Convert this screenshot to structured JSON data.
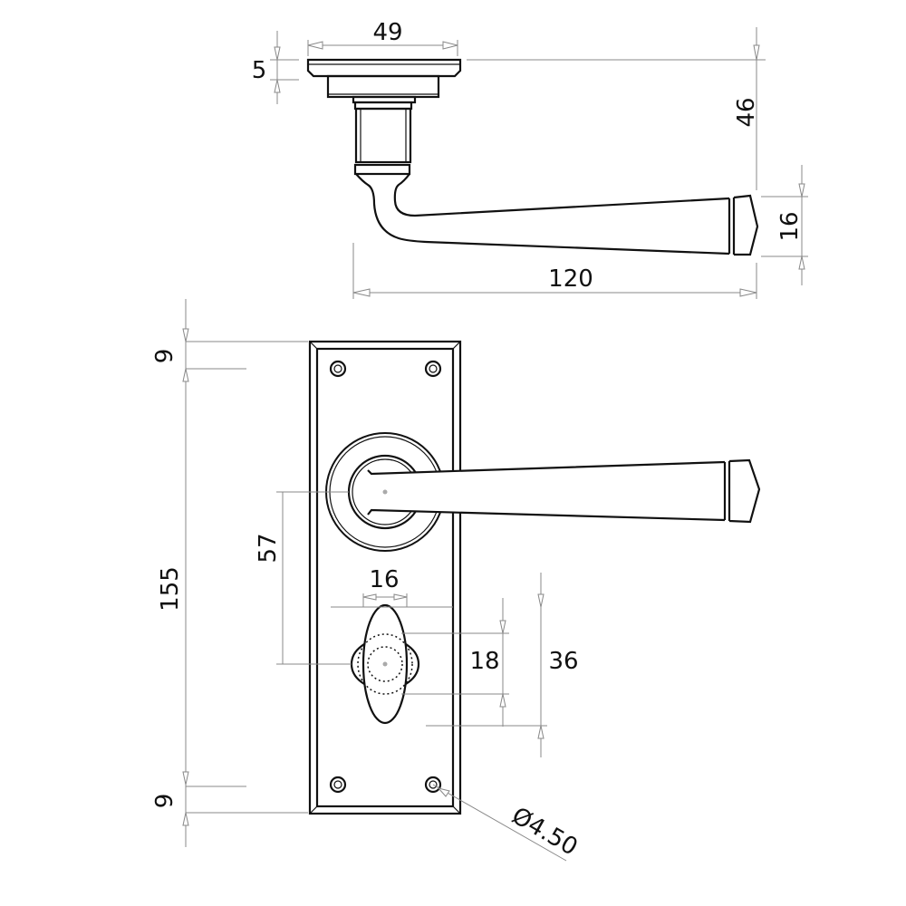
{
  "title": "Lever handle on bathroom backplate - dimension drawing",
  "side_view": {
    "rose_width": "49",
    "rose_thickness": "5",
    "projection": "46",
    "lever_height": "16",
    "lever_length": "120"
  },
  "front_view": {
    "top_screw_offset": "9",
    "screw_centres": "155",
    "bottom_screw_offset": "9",
    "lever_to_turn_centres": "57",
    "turn_width": "16",
    "turn_inner_height": "18",
    "turn_outer_height": "36",
    "screw_hole_diameter": "Ø4.50"
  }
}
